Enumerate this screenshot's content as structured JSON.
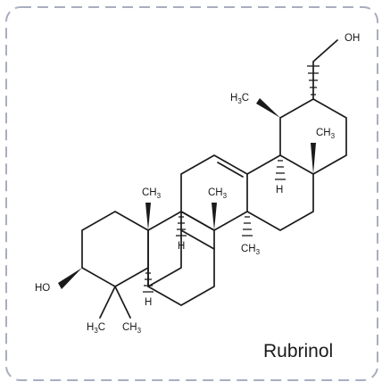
{
  "compound_name": "Rubrinol",
  "colors": {
    "frame": "#a9aebf",
    "bonds": "#1a1a1a"
  },
  "labels": {
    "oh_top": "OH",
    "ho_left": "HO",
    "me_left_h": "H",
    "me_left_3": "3",
    "me_left_c": "C",
    "me_right_h": "CH",
    "me_right_3": "3",
    "methyl_c_main": "CH",
    "methyl_3": "3",
    "h_atom": "H",
    "h3c_prefix": "H",
    "h3c_3": "3",
    "h3c_c": "C"
  }
}
